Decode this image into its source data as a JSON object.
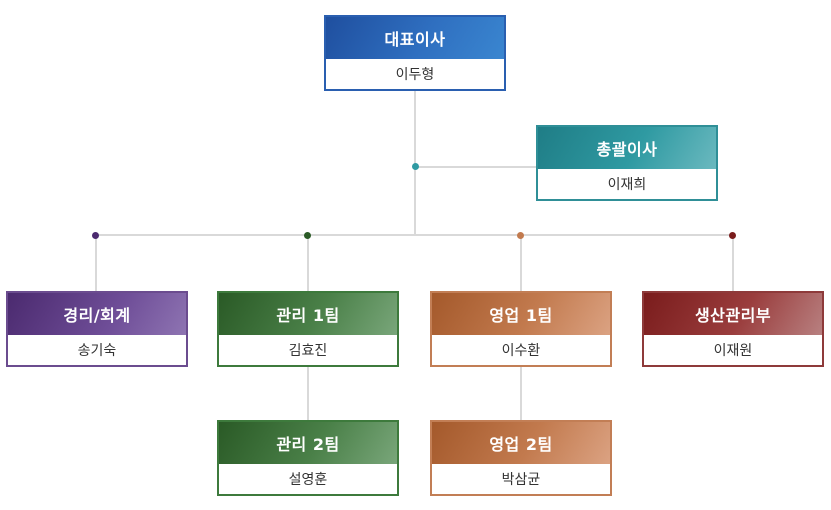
{
  "org": {
    "ceo": {
      "title": "대표이사",
      "name": "이두형"
    },
    "general_manager": {
      "title": "총괄이사",
      "name": "이재희"
    },
    "accounting": {
      "title": "경리/회계",
      "name": "송기숙"
    },
    "management_1": {
      "title": "관리 1팀",
      "name": "김효진"
    },
    "management_2": {
      "title": "관리 2팀",
      "name": "설영훈"
    },
    "sales_1": {
      "title": "영업 1팀",
      "name": "이수환"
    },
    "sales_2": {
      "title": "영업 2팀",
      "name": "박삼균"
    },
    "production": {
      "title": "생산관리부",
      "name": "이재원"
    }
  },
  "colors": {
    "ceo": "#2f6fc0",
    "general_manager": "#2f9aa2",
    "accounting": "#6f4e98",
    "management": "#4a8048",
    "sales": "#c27a4e",
    "production": "#9a3d3d",
    "connector": "#d9d9d9"
  }
}
